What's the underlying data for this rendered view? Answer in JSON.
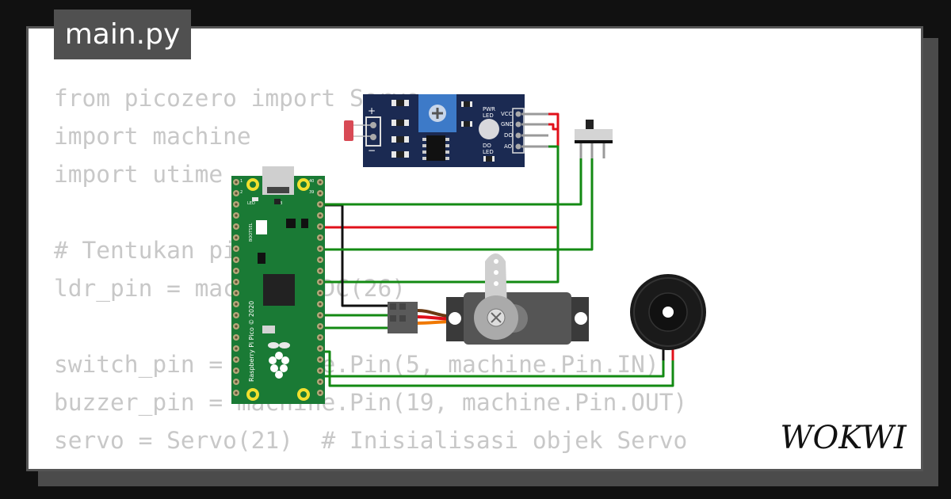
{
  "editor": {
    "file_tab": "main.py",
    "code_lines": [
      "from picozero import Servo",
      "import machine",
      "import utime",
      "",
      "# Tentukan pin",
      "ldr_pin = machine.ADC(26)",
      "",
      "switch_pin = machine.Pin(5, machine.Pin.IN)",
      "buzzer_pin = machine.Pin(19, machine.Pin.OUT)",
      "servo = Servo(21)  # Inisialisasi objek Servo"
    ]
  },
  "ldr_module": {
    "pin_labels": [
      "VCC",
      "GND",
      "DO",
      "AO"
    ],
    "pwr_led_label": [
      "PWR",
      "LED"
    ],
    "do_led_label": [
      "DO",
      "LED"
    ],
    "plus": "+",
    "minus": "−"
  },
  "pico": {
    "board_text": "Raspberry Pi Pico © 2020",
    "led_label": "LED",
    "usb_label": "USB",
    "bootsel_label": "BOOTSEL",
    "pin1": "1",
    "pin2": "2",
    "pin39": "39",
    "pin40": "40"
  },
  "brand": {
    "logo_text": "WOKWI"
  },
  "colors": {
    "wire_green": "#138a13",
    "wire_red": "#e0101a",
    "wire_black": "#111111",
    "wire_orange": "#f07800",
    "pcb_green": "#1a7a35",
    "module_navy": "#1b2a52"
  }
}
